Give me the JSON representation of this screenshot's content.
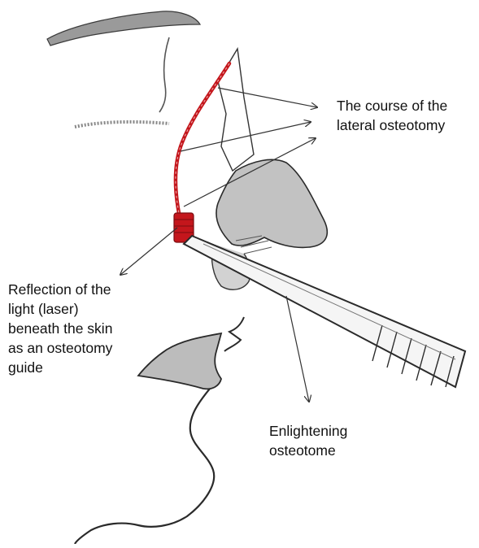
{
  "labels": {
    "course": [
      "The course of the",
      "lateral osteotomy"
    ],
    "reflection": [
      "Reflection of the",
      "light (laser)",
      "beneath the skin",
      "as an osteotomy",
      "guide"
    ],
    "osteotome": [
      "Enlightening",
      "osteotome"
    ]
  },
  "colors": {
    "background": "#ffffff",
    "ink": "#2a2a2a",
    "shade": "#bdbdbd",
    "laser": "#c4161c",
    "light_glow": "#e8a0a0"
  }
}
